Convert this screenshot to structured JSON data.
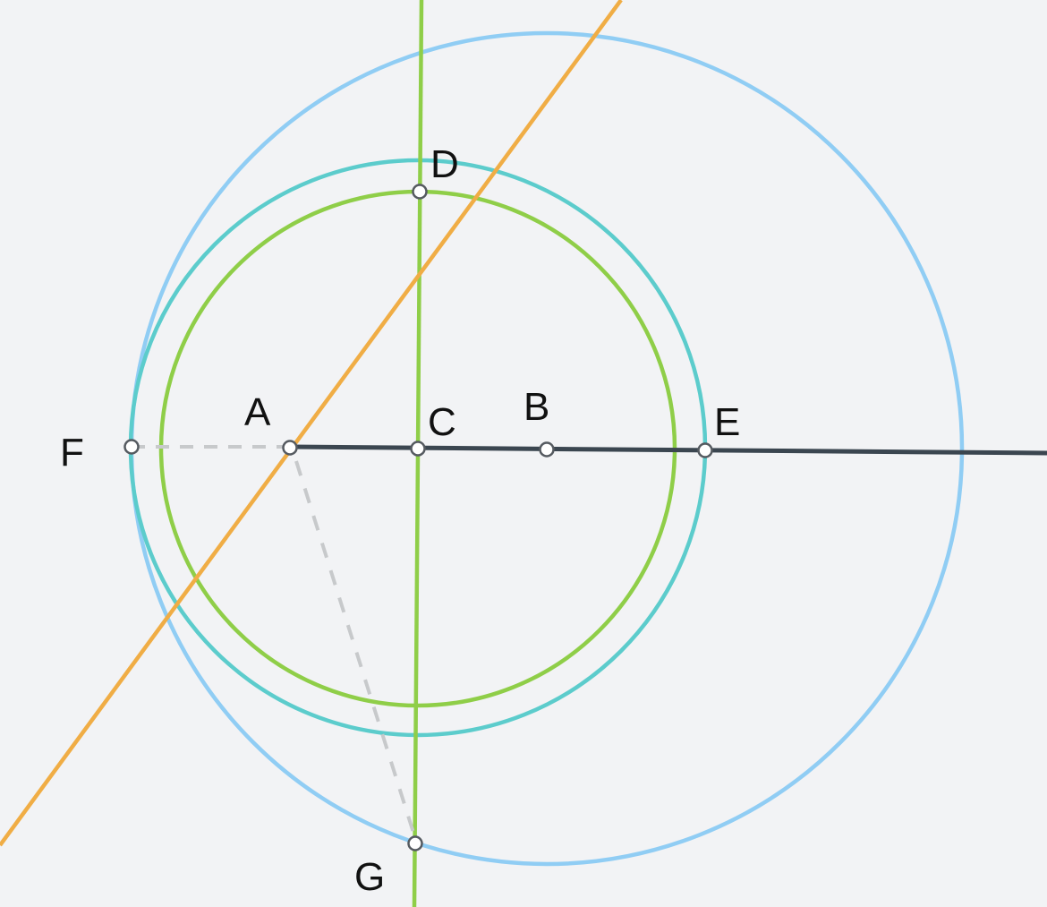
{
  "colors": {
    "background": "#f2f3f5",
    "big_circle": "#90cdf4",
    "mid_circle": "#5ccccc",
    "small_circle": "#8fce48",
    "vertical_line": "#8fce48",
    "diagonal_line": "#f0ad45",
    "ray": "#3b4650",
    "dashed": "#c7c9cb",
    "point_fill": "#ffffff",
    "point_stroke": "#555a60"
  },
  "points": {
    "A": {
      "label": "A"
    },
    "B": {
      "label": "B"
    },
    "C": {
      "label": "C"
    },
    "D": {
      "label": "D"
    },
    "E": {
      "label": "E"
    },
    "F": {
      "label": "F"
    },
    "G": {
      "label": "G"
    }
  }
}
